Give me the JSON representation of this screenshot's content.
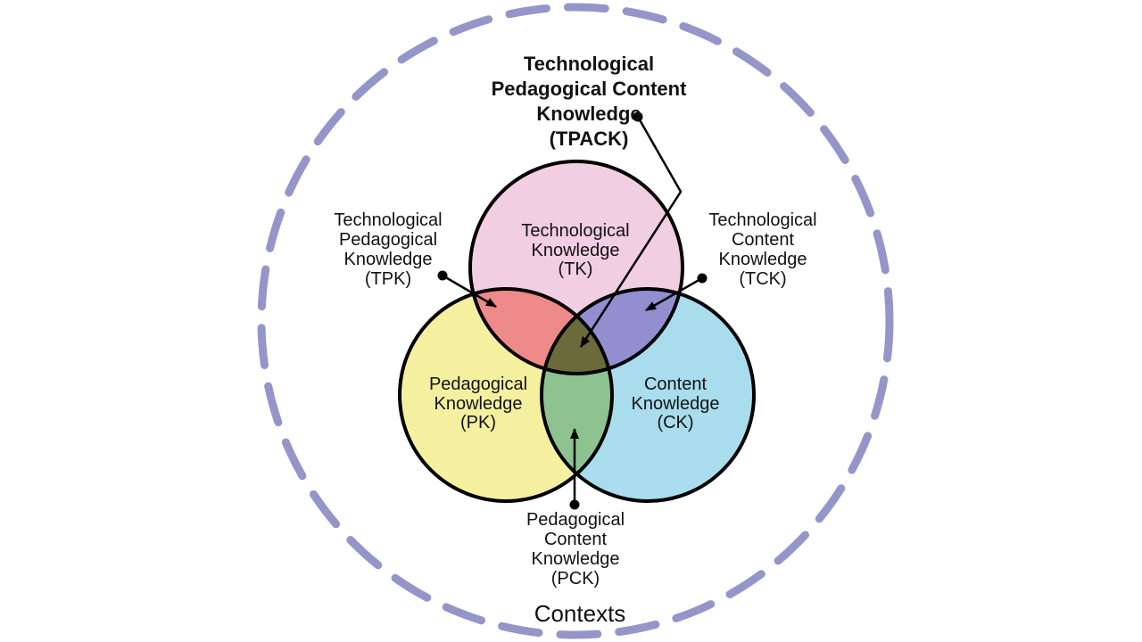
{
  "diagram": {
    "title": "TPACK framework Venn diagram",
    "colors": {
      "tk_fill": "#F2CEE2",
      "pk_fill": "#F5F0A0",
      "ck_fill": "#A9DCEC",
      "tpk_fill": "#EF8A8A",
      "tck_fill": "#918FD0",
      "pck_fill": "#8EC290",
      "tpack_fill": "#6B6A3A",
      "context_ring": "#9496C9",
      "outline": "#000000",
      "pointer": "#000000"
    },
    "labels": {
      "tpack_title": {
        "lines": [
          "Technological",
          "Pedagogical Content",
          "Knowledge",
          "(TPACK)"
        ]
      },
      "tpk": {
        "lines": [
          "Technological",
          "Pedagogical",
          "Knowledge",
          "(TPK)"
        ]
      },
      "tck": {
        "lines": [
          "Technological",
          "Content",
          "Knowledge",
          "(TCK)"
        ]
      },
      "tk": {
        "lines": [
          "Technological",
          "Knowledge",
          "(TK)"
        ]
      },
      "pk": {
        "lines": [
          "Pedagogical",
          "Knowledge",
          "(PK)"
        ]
      },
      "ck": {
        "lines": [
          "Content",
          "Knowledge",
          "(CK)"
        ]
      },
      "pck": {
        "lines": [
          "Pedagogical",
          "Content",
          "Knowledge",
          "(PCK)"
        ]
      },
      "contexts": "Contexts"
    }
  }
}
